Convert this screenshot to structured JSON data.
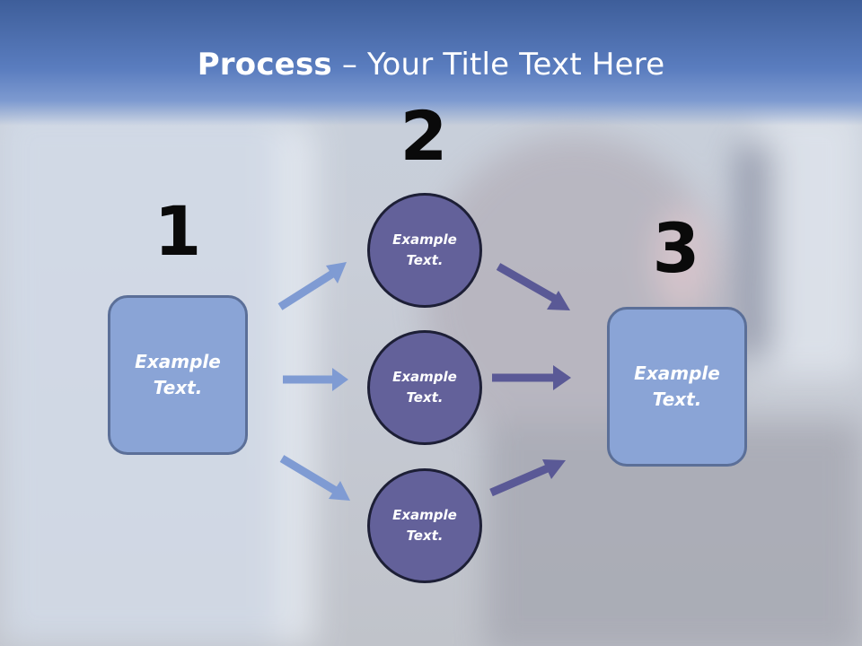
{
  "title": {
    "bold": "Process",
    "rest": " – Your Title Text Here"
  },
  "steps": {
    "one": {
      "number": "1",
      "text": "Example Text."
    },
    "two": {
      "number": "2"
    },
    "three": {
      "number": "3",
      "text": "Example Text."
    }
  },
  "circles": [
    {
      "text": "Example Text."
    },
    {
      "text": "Example Text."
    },
    {
      "text": "Example Text."
    }
  ],
  "colors": {
    "box_fill": "#8aa4d6",
    "circle_fill": "#63619a",
    "left_arrow": "#7f9bd3",
    "right_arrow": "#5a5996",
    "title_band": "#4f72b3"
  }
}
